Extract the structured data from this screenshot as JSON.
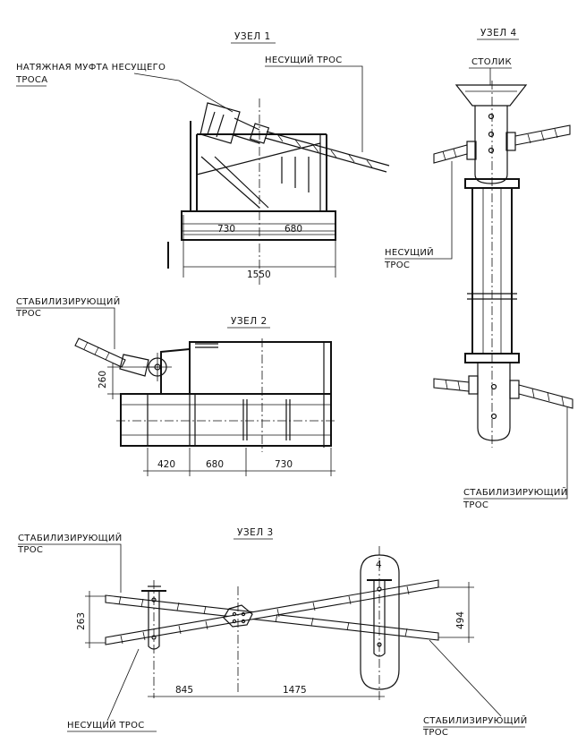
{
  "node1": {
    "title": "УЗЕЛ 1",
    "label_coupling_line1": "НАТЯЖНАЯ МУФТА НЕСУЩЕГО",
    "label_coupling_line2": "ТРОСА",
    "label_carrier": "НЕСУЩИЙ ТРОС",
    "dims": [
      "730",
      "680",
      "1550"
    ]
  },
  "node2": {
    "title": "УЗЕЛ 2",
    "label_stab_line1": "СТАБИЛИЗИРУЮЩИЙ",
    "label_stab_line2": "ТРОС",
    "dim_vertical": "260",
    "dims": [
      "420",
      "680",
      "730"
    ]
  },
  "node3": {
    "title": "УЗЕЛ 3",
    "label_stab_left_line1": "СТАБИЛИЗИРУЮЩИЙ",
    "label_stab_left_line2": "ТРОС",
    "label_carrier": "НЕСУЩИЙ ТРОС",
    "label_stab_right_line1": "СТАБИЛИЗИРУЮЩИЙ",
    "label_stab_right_line2": "ТРОС",
    "dim_left_vertical": "263",
    "dim_right_vertical": "494",
    "ref_number": "4",
    "dims": [
      "845",
      "1475"
    ]
  },
  "node4": {
    "title": "УЗЕЛ 4",
    "label_table": "СТОЛИК",
    "label_carrier_line1": "НЕСУЩИЙ",
    "label_carrier_line2": "ТРОС",
    "label_stab_line1": "СТАБИЛИЗИРУЮЩИЙ",
    "label_stab_line2": "ТРОС"
  }
}
